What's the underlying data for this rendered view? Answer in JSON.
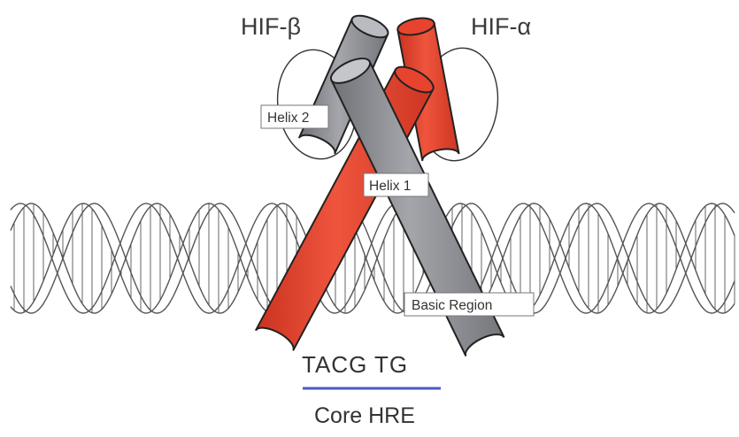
{
  "labels": {
    "hif_beta": "HIF-β",
    "hif_alpha": "HIF-α",
    "helix2": "Helix 2",
    "helix1": "Helix 1",
    "basic_region": "Basic Region",
    "sequence": "TACG TG",
    "core_hre": "Core HRE"
  },
  "colors": {
    "hif_alpha": "#e8432e",
    "hif_beta": "#8c8e94",
    "underline": "#4a5bc2",
    "dna_strand": "#555555"
  },
  "icons": {
    "dna": "dna-double-helix-icon",
    "helix": "cylinder-helix-icon"
  }
}
